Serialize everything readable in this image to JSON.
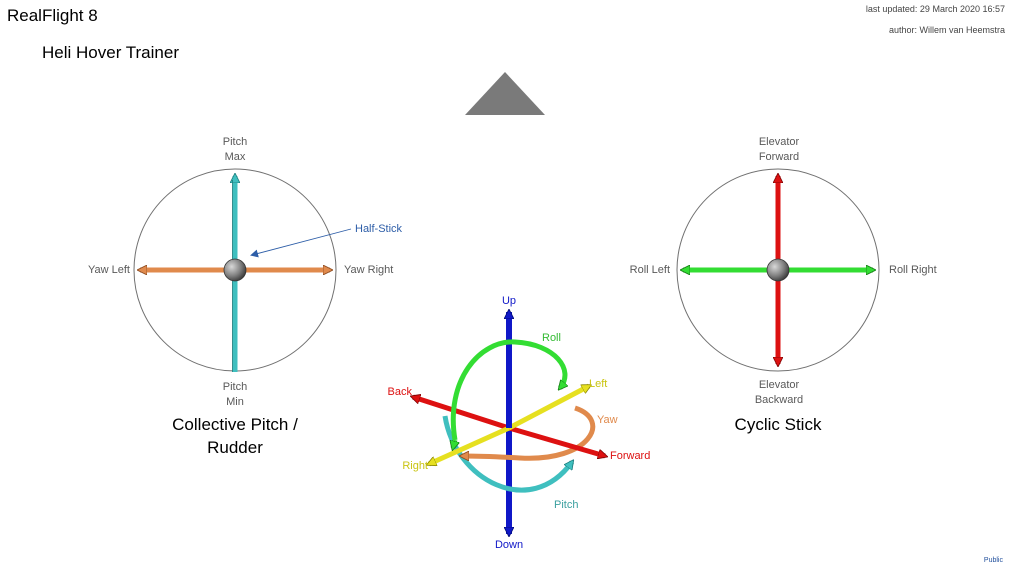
{
  "header": {
    "app_title": "RealFlight 8",
    "subtitle": "Heli Hover Trainer",
    "last_updated": "last updated: 29 March 2020 16:57",
    "author": "author: Willem van Heemstra"
  },
  "footer": {
    "classification": "Public"
  },
  "colors": {
    "pitch_cyan": "#3fbfbf",
    "yaw_orange": "#e08a4c",
    "elevator_red": "#dd1111",
    "roll_green": "#33dd33",
    "up_blue": "#1018c8",
    "right_yellow": "#e6e020",
    "triangle_gray": "#7a7a7a",
    "annotation_blue": "#2e5ea8"
  },
  "left_stick": {
    "top": "Pitch\nMax",
    "bottom": "Pitch\nMin",
    "left": "Yaw Left",
    "right": "Yaw Right",
    "annotation": "Half-Stick",
    "caption": "Collective Pitch /\nRudder"
  },
  "right_stick": {
    "top": "Elevator\nForward",
    "bottom": "Elevator\nBackward",
    "left": "Roll Left",
    "right": "Roll Right",
    "caption": "Cyclic Stick"
  },
  "axes": {
    "up": "Up",
    "down": "Down",
    "back": "Back",
    "forward": "Forward",
    "left": "Left",
    "right": "Right",
    "roll": "Roll",
    "yaw": "Yaw",
    "pitch": "Pitch"
  }
}
